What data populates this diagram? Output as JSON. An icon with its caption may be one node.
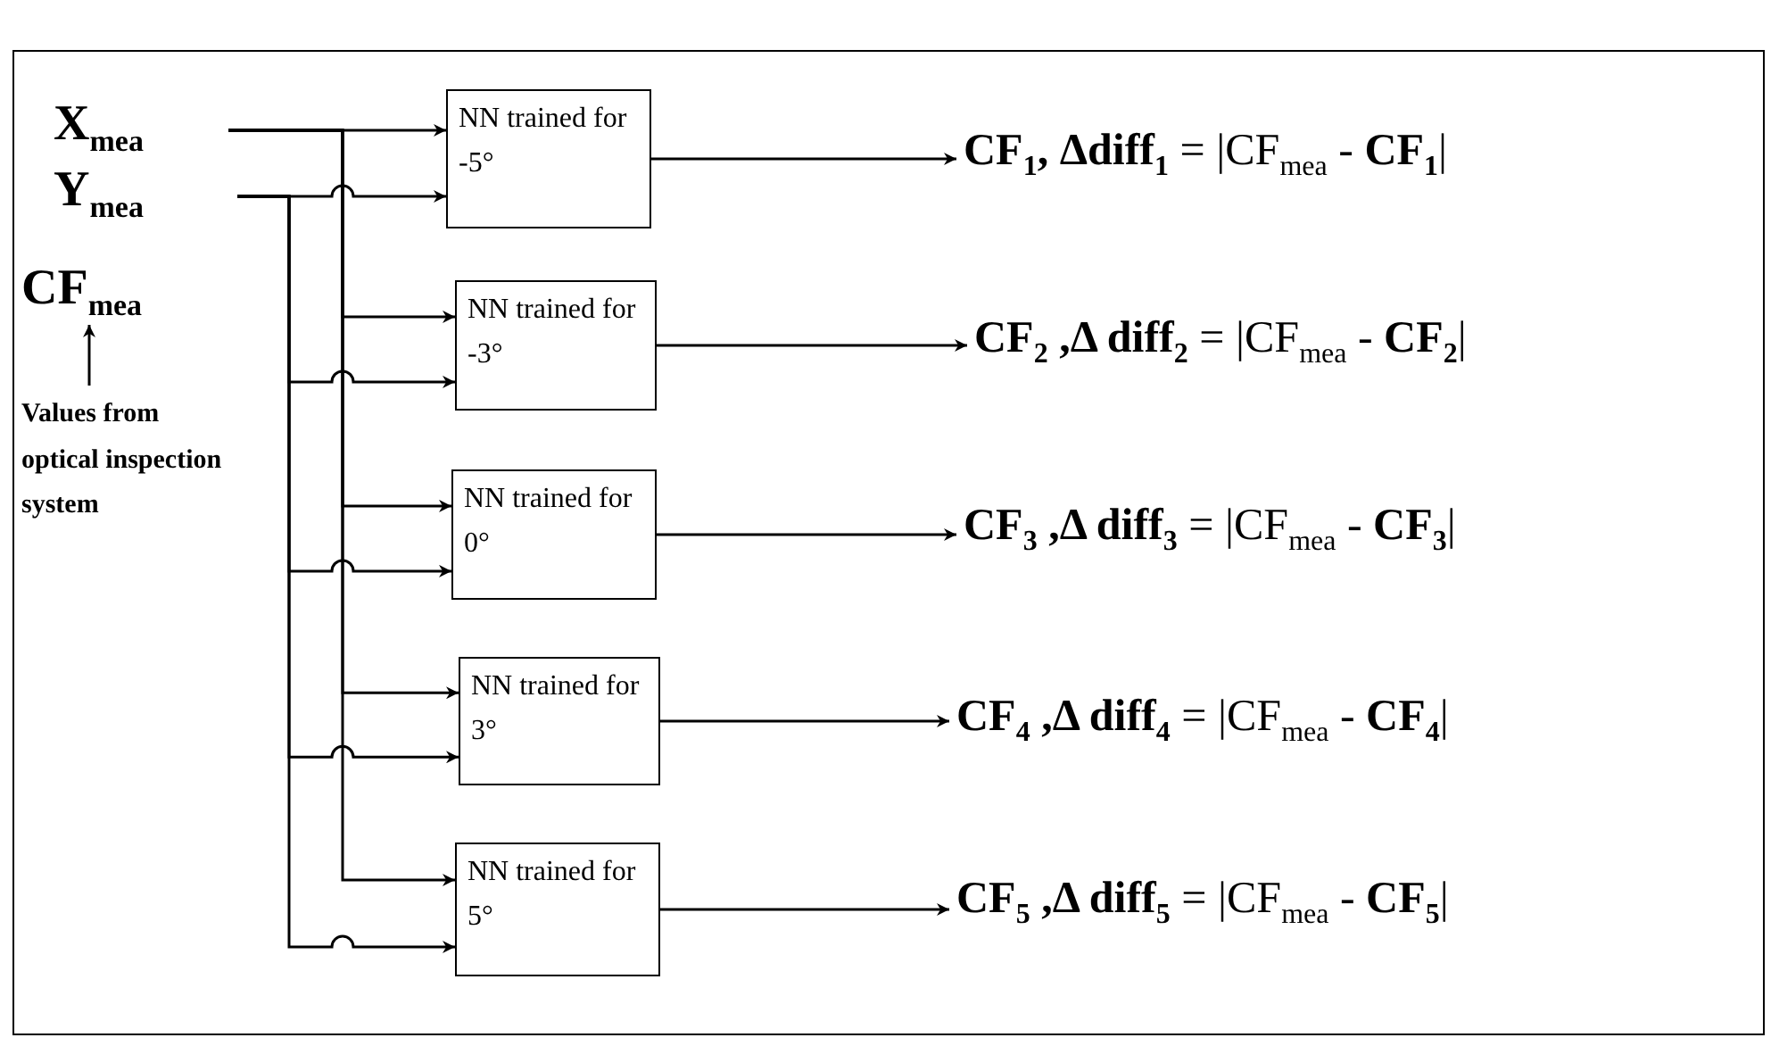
{
  "diagram": {
    "nodes": [
      {
        "text": [
          "X$_{mea}$"
        ]
      },
      {
        "text": [
          "Y$_{mea}$"
        ]
      },
      {
        "text": [
          "NN trained for -5°"
        ]
      },
      {
        "text": [
          "NN trained for -3°"
        ]
      },
      {
        "text": [
          "NN trained for 0°"
        ]
      },
      {
        "text": [
          "NN trained for 3°"
        ]
      },
      {
        "text": [
          "NN trained for 5°"
        ]
      },
      {
        "text": [
          "**CF$_{1}$, Δdiff$_{1}$** = |CF$_{mea}$ - **CF$_{1}$**|"
        ]
      },
      {
        "text": [
          "**CF$_{2}$ ,Δ diff$_{2}$** = |CF$_{mea}$ - **CF$_{2}$**|"
        ]
      },
      {
        "text": [
          "**CF$_{3}$ ,Δ diff$_{3}$** = |CF$_{mea}$ - **CF$_{3}$**|"
        ]
      },
      {
        "text": [
          "**CF$_{4}$ ,Δ diff$_{4}$** = |CF$_{mea}$ - **CF$_{4}$**|"
        ]
      },
      {
        "text": [
          "**CF$_{5}$ ,Δ diff$_{5}$** = |CF$_{mea}$ - **CF$_{5}$**|"
        ]
      },
      {
        "text": [
          "CF$_{mea}$"
        ]
      },
      {
        "text": [
          "Values from optical inspection system"
        ]
      }
    ],
    "edges": [
      {
        "from": 0,
        "to": 2,
        "arrow": "to"
      },
      {
        "from": 1,
        "to": 2,
        "arrow": "to"
      },
      {
        "from": 0,
        "to": 3,
        "arrow": "to"
      },
      {
        "from": 1,
        "to": 3,
        "arrow": "to"
      },
      {
        "from": 0,
        "to": 4,
        "arrow": "to"
      },
      {
        "from": 1,
        "to": 4,
        "arrow": "to"
      },
      {
        "from": 0,
        "to": 5,
        "arrow": "to"
      },
      {
        "from": 1,
        "to": 5,
        "arrow": "to"
      },
      {
        "from": 0,
        "to": 6,
        "arrow": "to"
      },
      {
        "from": 1,
        "to": 6,
        "arrow": "to"
      },
      {
        "from": 2,
        "to": 7,
        "arrow": "to"
      },
      {
        "from": 3,
        "to": 8,
        "arrow": "to"
      },
      {
        "from": 4,
        "to": 9,
        "arrow": "to"
      },
      {
        "from": 5,
        "to": 10,
        "arrow": "to"
      },
      {
        "from": 6,
        "to": 11,
        "arrow": "to"
      },
      {
        "from": 13,
        "to": 12,
        "arrow": "to"
      }
    ]
  }
}
